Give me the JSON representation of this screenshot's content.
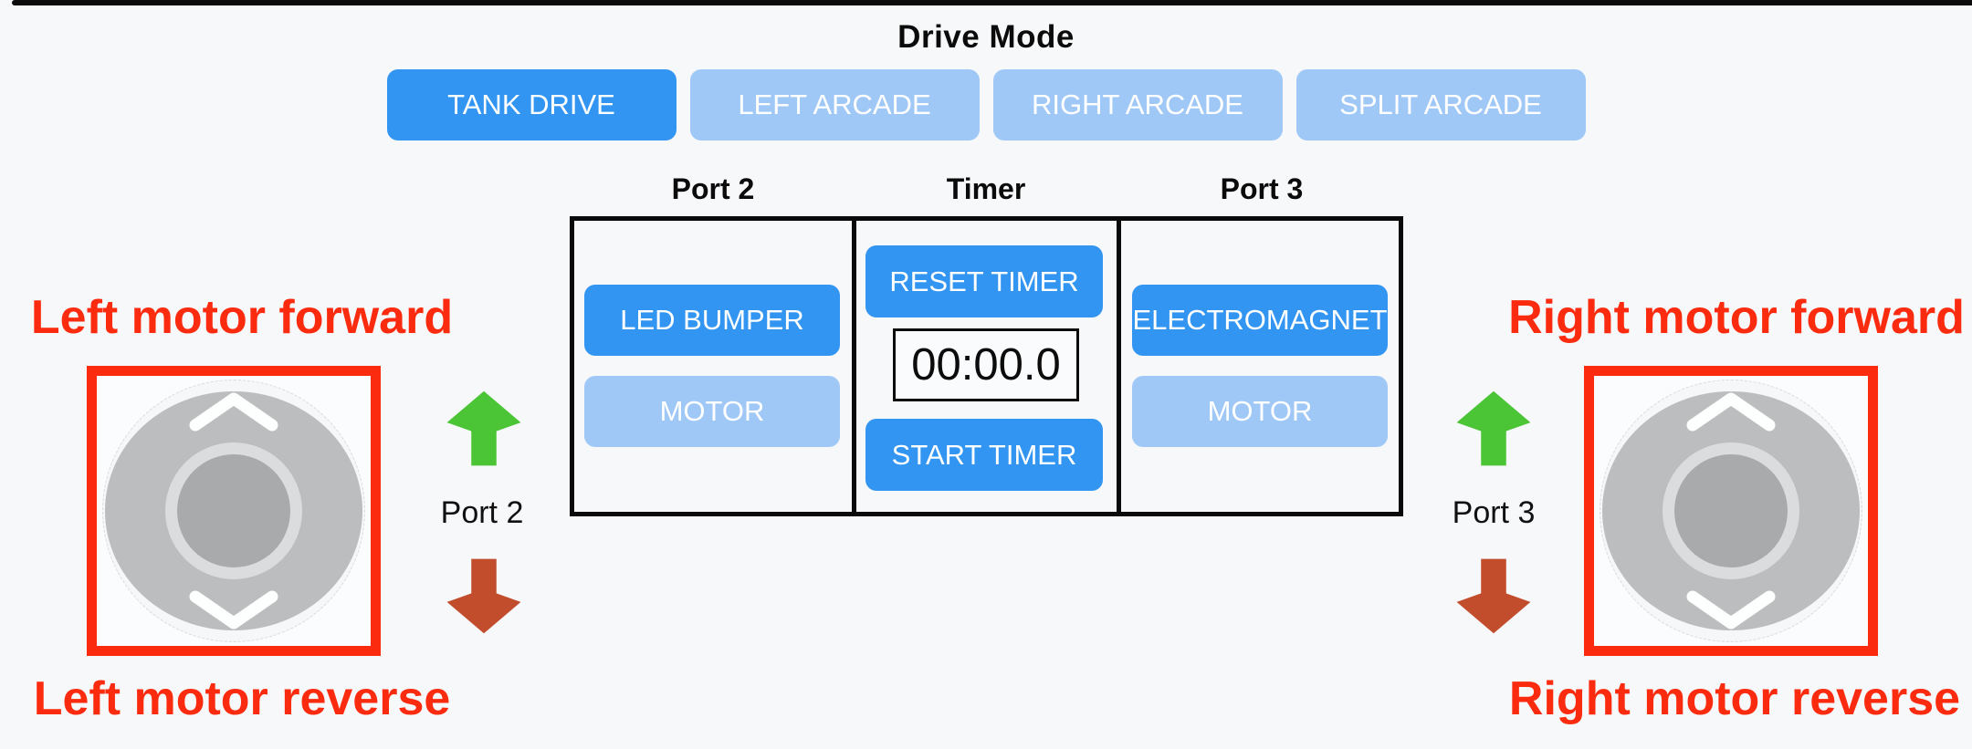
{
  "drive_mode": {
    "title": "Drive Mode",
    "options": [
      {
        "label": "TANK DRIVE",
        "active": true
      },
      {
        "label": "LEFT ARCADE",
        "active": false
      },
      {
        "label": "RIGHT ARCADE",
        "active": false
      },
      {
        "label": "SPLIT ARCADE",
        "active": false
      }
    ]
  },
  "control_panel": {
    "columns": [
      {
        "header": "Port 2",
        "buttons": [
          {
            "label": "LED BUMPER",
            "active": true
          },
          {
            "label": "MOTOR",
            "active": false
          }
        ]
      },
      {
        "header": "Timer"
      },
      {
        "header": "Port 3",
        "buttons": [
          {
            "label": "ELECTROMAGNET",
            "active": true
          },
          {
            "label": "MOTOR",
            "active": false
          }
        ]
      }
    ],
    "timer": {
      "reset_label": "RESET TIMER",
      "display": "00:00.0",
      "start_label": "START TIMER"
    }
  },
  "annotations": {
    "left": {
      "forward": "Left motor forward",
      "reverse": "Left motor reverse",
      "port": "Port 2"
    },
    "right": {
      "forward": "Right motor forward",
      "reverse": "Right motor reverse",
      "port": "Port 3"
    }
  },
  "colors": {
    "background": "#f7f8fa",
    "accent_blue": "#3295f2",
    "inactive_blue": "#9fc8f7",
    "annotation_red": "#fa2b0e",
    "arrow_green": "#4bc535",
    "arrow_dark_red": "#c24d2c",
    "joystick_gray": "#bbbdbf",
    "knob_gray": "#a8aaac"
  }
}
